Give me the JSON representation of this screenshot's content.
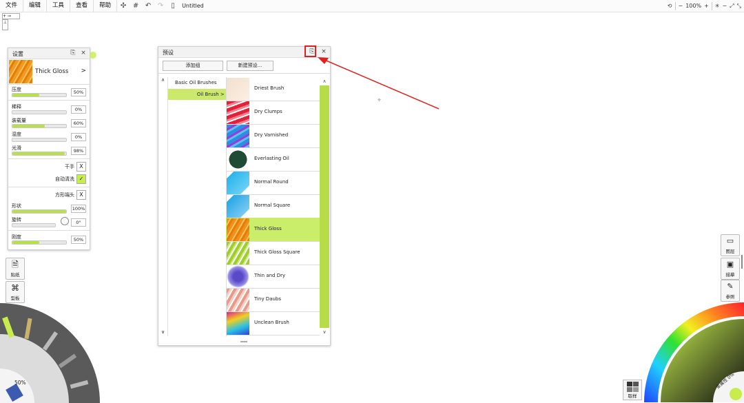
{
  "menubar": {
    "items": [
      "文件",
      "编辑",
      "工具",
      "查看",
      "帮助"
    ],
    "doc_title": "Untitled",
    "zoom": "100%"
  },
  "settings": {
    "title": "设置",
    "brush_name": "Thick Gloss",
    "sliders": [
      {
        "label": "压度",
        "value": "50%",
        "fill": 50
      },
      {
        "label": "稀释",
        "value": "0%",
        "fill": 0
      },
      {
        "label": "装载量",
        "value": "60%",
        "fill": 60
      },
      {
        "label": "湿度",
        "value": "0%",
        "fill": 0
      },
      {
        "label": "光滑",
        "value": "98%",
        "fill": 98
      }
    ],
    "toggles": [
      {
        "label": "干手",
        "mark": "X"
      },
      {
        "label": "自动清洗",
        "mark": "✓"
      }
    ],
    "tip_label": "方形端头",
    "tip_mark": "X",
    "shape": {
      "label": "形状",
      "value": "100%",
      "fill": 100
    },
    "rotation": {
      "label": "旋转",
      "value": "0°",
      "fill": 0
    },
    "softness": {
      "label": "刚度",
      "value": "50%",
      "fill": 50
    }
  },
  "side_tools": {
    "sticker": "贴纸",
    "stencil": "型板"
  },
  "presets": {
    "title": "预设",
    "add_group": "添加组",
    "new_preset": "新建预设...",
    "categories": [
      "Basic Oil Brushes",
      "Oil Brush"
    ],
    "selected_category": "Oil Brush",
    "items": [
      {
        "name": "Driest Brush",
        "colors": [
          "#f3e0cf",
          "#fbeee3"
        ]
      },
      {
        "name": "Dry Clumps",
        "colors": [
          "#e3203a",
          "#f77e8a"
        ]
      },
      {
        "name": "Dry Varnished",
        "colors": [
          "#2a8fe0",
          "#9a3ad8"
        ]
      },
      {
        "name": "Everlasting Oil",
        "colors": [
          "#1f4a36",
          "#3a7a5a"
        ]
      },
      {
        "name": "Normal Round",
        "colors": [
          "#2ab4ec",
          "#6ad0f5"
        ]
      },
      {
        "name": "Normal Square",
        "colors": [
          "#28a8e8",
          "#7ac8f0"
        ]
      },
      {
        "name": "Thick Gloss",
        "colors": [
          "#f0901a",
          "#f7c25c"
        ]
      },
      {
        "name": "Thick Gloss Square",
        "colors": [
          "#9ccf2a",
          "#c4e870"
        ]
      },
      {
        "name": "Thin and Dry",
        "colors": [
          "#5a4ac8",
          "#9a8ee8"
        ]
      },
      {
        "name": "Tiny Daubs",
        "colors": [
          "#e89a8a",
          "#f6cfc4"
        ]
      },
      {
        "name": "Unclean Brush",
        "colors": [
          "#e2208a",
          "#28c0e8"
        ]
      }
    ],
    "selected_item": "Thick Gloss"
  },
  "right_tools": {
    "layers": "图层",
    "tracing": "描摹",
    "reference": "参照"
  },
  "bottom": {
    "zoom_percent": "50%",
    "swatch_label": "取样",
    "metallic_label": "金属性 0%"
  },
  "colors": {
    "accent": "#c8ec4c",
    "highlight": "#e02020"
  }
}
